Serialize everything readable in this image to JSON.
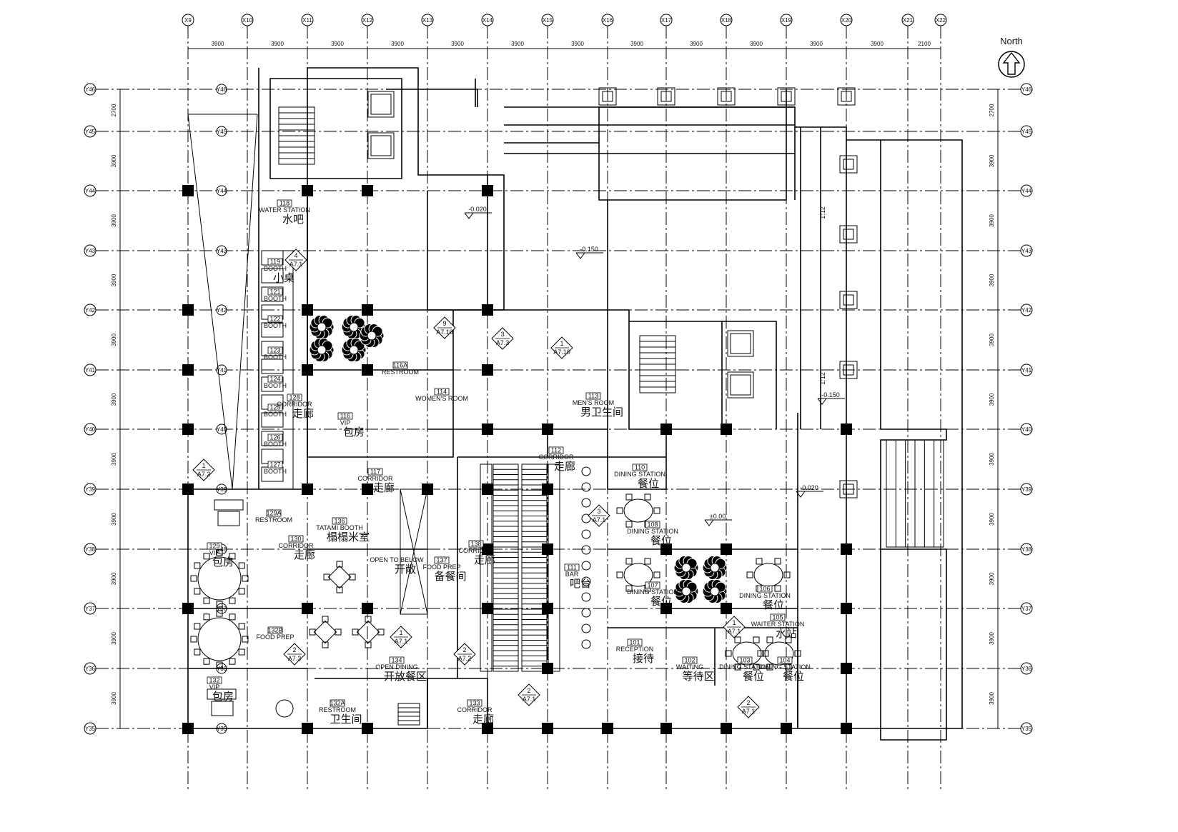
{
  "grid_columns": [
    "X9",
    "X10",
    "X11",
    "X12",
    "X13",
    "X14",
    "X15",
    "X16",
    "X17",
    "X18",
    "X19",
    "X20",
    "X21",
    "X22"
  ],
  "grid_rows": [
    "Y46",
    "Y45",
    "Y44",
    "Y43",
    "Y42",
    "Y41",
    "Y40",
    "Y39",
    "Y38",
    "Y37",
    "Y36",
    "Y35"
  ],
  "col_dims": [
    "3900",
    "3900",
    "3900",
    "3900",
    "3900",
    "3900",
    "3900",
    "3900",
    "3900",
    "3900",
    "3900",
    "3900",
    "2100"
  ],
  "row_dims_left": [
    "2700",
    "3900",
    "3900",
    "3900",
    "3900",
    "3900",
    "3900",
    "3900",
    "3900",
    "3900",
    "3900"
  ],
  "row_dims_right": [
    "2700",
    "3900",
    "3900",
    "3900",
    "3900",
    "3900",
    "3900",
    "3900",
    "3900",
    "3900",
    "3900"
  ],
  "north_label": "North",
  "levels": [
    "-0.020",
    "-0.150",
    "-0.150",
    "-0.020",
    "±0.00"
  ],
  "slope_labels": [
    "1:12",
    "1:12"
  ],
  "rooms": [
    {
      "num": "118",
      "en": "WATER STATION",
      "cn": "水吧"
    },
    {
      "num": "119",
      "en": "BOOTH",
      "cn": "小桌"
    },
    {
      "num": "121",
      "en": "BOOTH",
      "cn": ""
    },
    {
      "num": "122",
      "en": "BOOTH",
      "cn": ""
    },
    {
      "num": "123",
      "en": "BOOTH",
      "cn": ""
    },
    {
      "num": "124",
      "en": "BOOTH",
      "cn": ""
    },
    {
      "num": "125",
      "en": "BOOTH",
      "cn": ""
    },
    {
      "num": "126",
      "en": "BOOTH",
      "cn": ""
    },
    {
      "num": "127",
      "en": "BOOTH",
      "cn": ""
    },
    {
      "num": "128",
      "en": "CORRIDOR",
      "cn": "走廊"
    },
    {
      "num": "116",
      "en": "VIP",
      "cn": "包房"
    },
    {
      "num": "116A",
      "en": "RESTROOM",
      "cn": ""
    },
    {
      "num": "114",
      "en": "WOMEN'S ROOM",
      "cn": ""
    },
    {
      "num": "113",
      "en": "MEN'S ROOM",
      "cn": "男卫生间"
    },
    {
      "num": "112",
      "en": "CORRIDOR",
      "cn": "走廊"
    },
    {
      "num": "117",
      "en": "CORRIDOR",
      "cn": "走廊"
    },
    {
      "num": "110",
      "en": "DINING STATION",
      "cn": "餐位"
    },
    {
      "num": "129A",
      "en": "RESTROOM",
      "cn": ""
    },
    {
      "num": "136",
      "en": "TATAMI BOOTH",
      "cn": "榻榻米室"
    },
    {
      "num": "130",
      "en": "CORRIDOR",
      "cn": "走廊"
    },
    {
      "num": "129",
      "en": "VIP",
      "cn": "包房"
    },
    {
      "num": "",
      "en": "OPEN TO BELOW",
      "cn": "开敞"
    },
    {
      "num": "137",
      "en": "FOOD PREP",
      "cn": "备餐间"
    },
    {
      "num": "138",
      "en": "CORRIDOR",
      "cn": "走廊"
    },
    {
      "num": "111",
      "en": "BAR",
      "cn": "吧台"
    },
    {
      "num": "108",
      "en": "DINING STATION",
      "cn": "餐位"
    },
    {
      "num": "107",
      "en": "DINING STATION",
      "cn": "餐位"
    },
    {
      "num": "106",
      "en": "DINING STATION",
      "cn": "餐位"
    },
    {
      "num": "105",
      "en": "WAITER STATION",
      "cn": "水站"
    },
    {
      "num": "132B",
      "en": "FOOD PREP",
      "cn": ""
    },
    {
      "num": "101",
      "en": "RECEPTION",
      "cn": "接待"
    },
    {
      "num": "102",
      "en": "WAITING",
      "cn": "等待区"
    },
    {
      "num": "103",
      "en": "DINING STATION",
      "cn": "餐位"
    },
    {
      "num": "104",
      "en": "DINING STATION",
      "cn": "餐位"
    },
    {
      "num": "134",
      "en": "OPEN DINING",
      "cn": "开放餐区"
    },
    {
      "num": "132",
      "en": "VIP",
      "cn": "包房"
    },
    {
      "num": "132A",
      "en": "RESTROOM",
      "cn": "卫生间"
    },
    {
      "num": "133",
      "en": "CORRIDOR",
      "cn": "走廊"
    }
  ],
  "section_marks": [
    {
      "num": "4",
      "sheet": "A7.1"
    },
    {
      "num": "9",
      "sheet": "A7.10"
    },
    {
      "num": "3",
      "sheet": "A7.3"
    },
    {
      "num": "1",
      "sheet": "A7.10"
    },
    {
      "num": "1",
      "sheet": "A7.2"
    },
    {
      "num": "3",
      "sheet": "A7.1"
    },
    {
      "num": "2",
      "sheet": "A7.3"
    },
    {
      "num": "1",
      "sheet": "A7.1"
    },
    {
      "num": "2",
      "sheet": "A7.2"
    },
    {
      "num": "2",
      "sheet": "A7.1"
    },
    {
      "num": "2",
      "sheet": "A7.1"
    },
    {
      "num": "1",
      "sheet": "A7.1"
    }
  ],
  "colors": {
    "line": "#000000",
    "background": "#ffffff"
  }
}
